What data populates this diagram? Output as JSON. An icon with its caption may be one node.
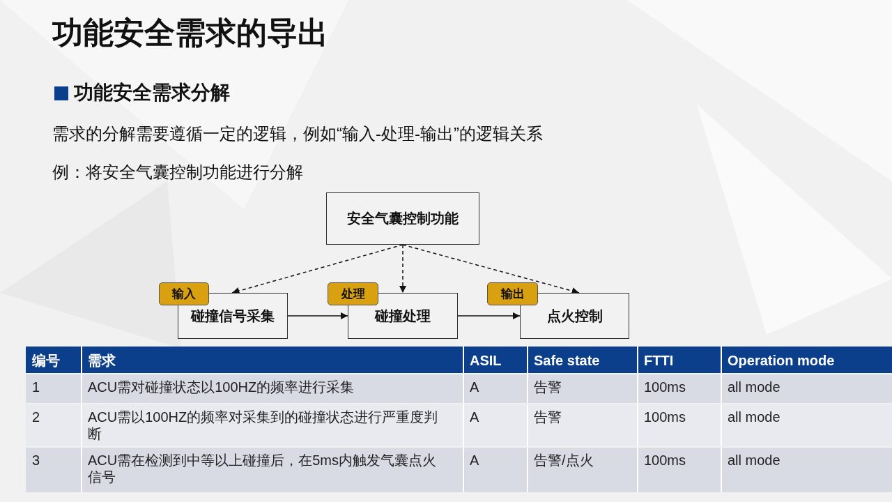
{
  "diagram": {
    "title": "功能安全需求的导出",
    "nodes": [
      {
        "text": [
          "安全气囊控制功能"
        ]
      },
      {
        "text": [
          "输入"
        ]
      },
      {
        "text": [
          "碰撞信号采集"
        ]
      },
      {
        "text": [
          "处理"
        ]
      },
      {
        "text": [
          "碰撞处理"
        ]
      },
      {
        "text": [
          "输出"
        ]
      },
      {
        "text": [
          "点火控制"
        ]
      }
    ],
    "edges": [
      {
        "from": 0,
        "to": 2,
        "arrow": "to",
        "style": "dashed"
      },
      {
        "from": 0,
        "to": 4,
        "arrow": "to",
        "style": "dashed"
      },
      {
        "from": 0,
        "to": 6,
        "arrow": "to",
        "style": "dashed"
      },
      {
        "from": 2,
        "to": 4,
        "arrow": "to"
      },
      {
        "from": 4,
        "to": 6,
        "arrow": "to"
      }
    ],
    "labels": [
      "功能安全需求分解",
      "需求的分解需要遵循一定的逻辑，例如“输入-处理-输出”的逻辑关系",
      "例：将安全气囊控制功能进行分解",
      "编号",
      "需求",
      "ASIL",
      "Safe state",
      "FTTI",
      "Operation mode",
      "1",
      "ACU需对碰撞状态以100HZ的频率进行采集",
      "A",
      "告警",
      "100ms",
      "all mode",
      "2",
      "ACU需以100HZ的频率对采集到的碰撞状态进行严重度判断",
      "A",
      "告警",
      "100ms",
      "all mode",
      "3",
      "ACU需在检测到中等以上碰撞后，在5ms内触发气囊点火信号",
      "A",
      "告警/点火",
      "100ms",
      "all mode"
    ]
  }
}
